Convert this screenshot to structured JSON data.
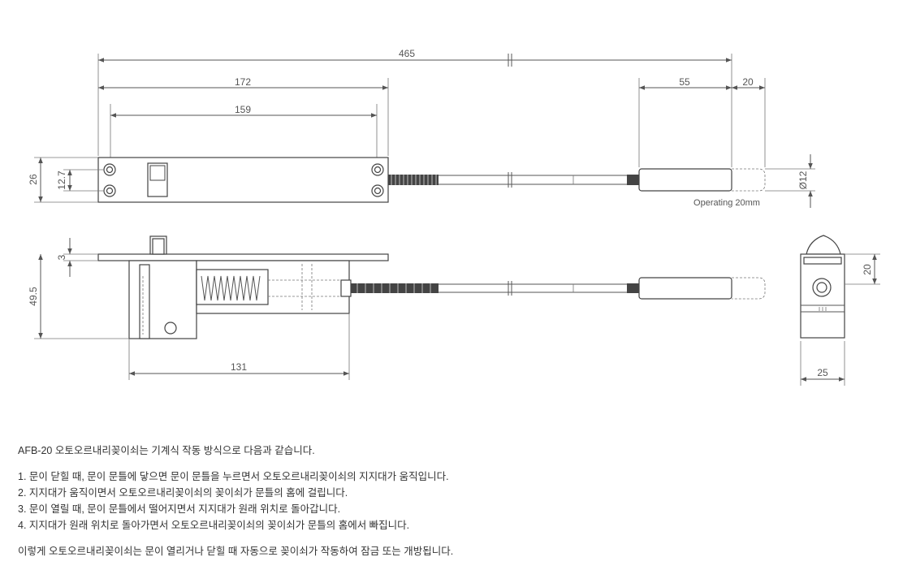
{
  "drawing": {
    "dims": {
      "overall_length": "465",
      "body_length": "172",
      "hole_spacing": "159",
      "pin_length": "55",
      "operating_travel": "20",
      "plate_height": "26",
      "hole_pitch": "12.7",
      "pin_diameter": "Ø12",
      "flange_thickness": "3",
      "total_depth": "49.5",
      "housing_length": "131",
      "end_height": "20",
      "end_width": "25"
    },
    "annotation": "Operating 20mm"
  },
  "description": {
    "intro": "AFB-20 오토오르내리꽂이쇠는 기계식 작동 방식으로 다음과 같습니다.",
    "steps": [
      "1. 문이 닫힐 때, 문이 문틀에 닿으면 문이 문틀을 누르면서 오토오르내리꽂이쇠의 지지대가 움직입니다.",
      "2. 지지대가 움직이면서 오토오르내리꽂이쇠의 꽂이쇠가 문틀의 홈에 걸립니다.",
      "3. 문이 열릴 때, 문이 문틀에서 떨어지면서 지지대가 원래 위치로 돌아갑니다.",
      "4. 지지대가 원래 위치로 돌아가면서 오토오르내리꽂이쇠의 꽂이쇠가 문틀의 홈에서 빠집니다."
    ],
    "summary": "이렇게 오토오르내리꽂이쇠는 문이 열리거나 닫힐 때 자동으로 꽂이쇠가 작동하여 잠금 또는 개방됩니다."
  }
}
